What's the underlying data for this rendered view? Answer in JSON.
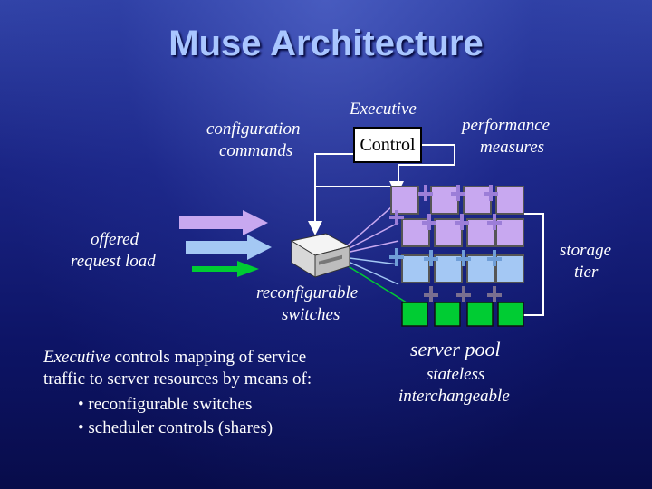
{
  "title": "Muse Architecture",
  "executive_label": "Executive",
  "control_label": "Control",
  "config_commands": [
    "configuration",
    "commands"
  ],
  "performance_measures": [
    "performance",
    "measures"
  ],
  "offered_request_load": [
    "offered",
    "request load"
  ],
  "storage_tier": [
    "storage",
    "tier"
  ],
  "reconfigurable_switches": [
    "reconfigurable",
    "switches"
  ],
  "server_pool": {
    "title": "server pool",
    "lines": [
      "stateless",
      "interchangeable"
    ]
  },
  "description": {
    "line1_italic": "Executive",
    "line1_rest": " controls mapping of service",
    "line2": "traffic to server resources by means of:",
    "bullets": [
      "• reconfigurable switches",
      "• scheduler controls (shares)"
    ]
  },
  "colors": {
    "title": "#a9c6ff",
    "violet_server": "#c8a8f0",
    "blue_server": "#a4c8f4",
    "green_server": "#00cc33",
    "background": "#0a0f55"
  },
  "icons": {
    "arrows": [
      "violet-arrow",
      "blue-arrow",
      "green-arrow"
    ],
    "switch": "network-switch-icon"
  }
}
